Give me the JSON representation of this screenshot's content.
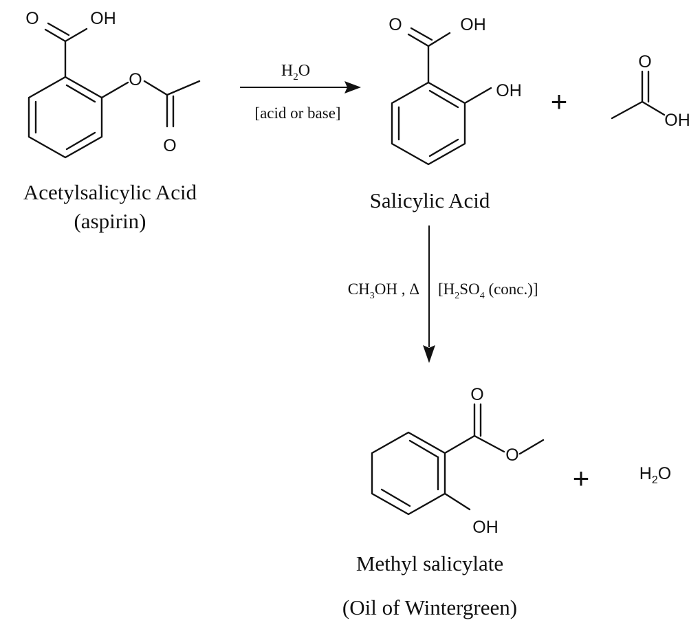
{
  "compounds": {
    "aspirin": {
      "name": "Acetylsalicylic Acid",
      "common_name": "(aspirin)",
      "atoms": {
        "carbonyl_o": "O",
        "acid_oh": "OH",
        "ester_o": "O",
        "acetyl_o": "O"
      }
    },
    "salicylic_acid": {
      "name": "Salicylic Acid",
      "atoms": {
        "carbonyl_o": "O",
        "acid_oh": "OH",
        "phenol_oh": "OH"
      }
    },
    "acetic_acid": {
      "atoms": {
        "carbonyl_o": "O",
        "oh": "OH"
      }
    },
    "methyl_salicylate": {
      "name": "Methyl salicylate",
      "common_name": "(Oil of Wintergreen)",
      "atoms": {
        "carbonyl_o": "O",
        "ester_o": "O",
        "phenol_oh": "OH"
      }
    },
    "water": {
      "main": "H",
      "sub": "2",
      "tail": "O"
    }
  },
  "reactions": {
    "hydrolysis": {
      "reagent": {
        "main": "H",
        "sub": "2",
        "tail": "O"
      },
      "condition": "[acid or base]",
      "plus": "+"
    },
    "esterification": {
      "reagent_left": {
        "pre": "CH",
        "sub": "3",
        "post": "OH , Δ"
      },
      "reagent_right": {
        "pre": "[H",
        "sub1": "2",
        "mid": "SO",
        "sub2": "4",
        "post": " (conc.)]"
      },
      "plus": "+"
    }
  }
}
